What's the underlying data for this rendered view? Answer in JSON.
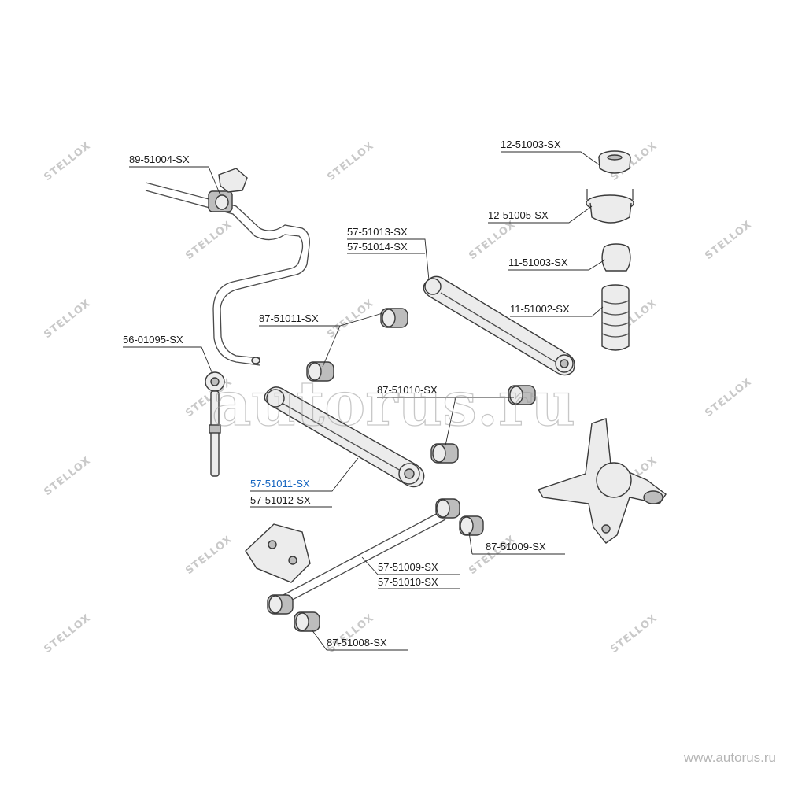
{
  "watermark": {
    "brand": "STELLOX",
    "site": "autorus.ru",
    "url": "www.autorus.ru"
  },
  "labels": {
    "p_89_51004": "89-51004-SX",
    "p_56_01095": "56-01095-SX",
    "p_12_51003": "12-51003-SX",
    "p_12_51005": "12-51005-SX",
    "p_11_51003": "11-51003-SX",
    "p_11_51002": "11-51002-SX",
    "p_57_51013": "57-51013-SX",
    "p_57_51014": "57-51014-SX",
    "p_87_51011": "87-51011-SX",
    "p_87_51010": "87-51010-SX",
    "p_57_51011": "57-51011-SX",
    "p_57_51012": "57-51012-SX",
    "p_87_51009": "87-51009-SX",
    "p_57_51009": "57-51009-SX",
    "p_57_51010": "57-51010-SX",
    "p_87_51008": "87-51008-SX"
  },
  "colors": {
    "highlight": "#1565c0",
    "text": "#1a1a1a",
    "watermark": "#c9c9c9"
  }
}
